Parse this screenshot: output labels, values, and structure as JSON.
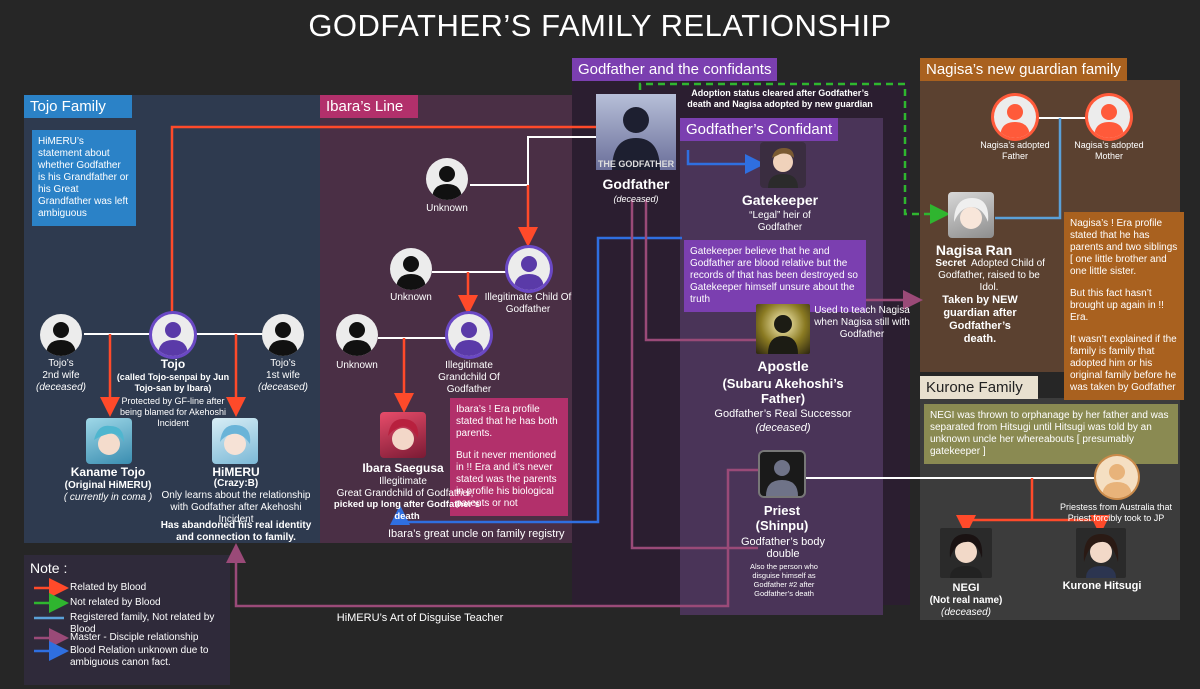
{
  "title": "GODFATHER’S FAMILY RELATIONSHIP",
  "colors": {
    "blood": "#ff4a2a",
    "not_blood": "#2fb52f",
    "registered": "#5aa0d8",
    "master": "#9a4a78",
    "unknown": "#2f6fe0",
    "tojo_panel": "#2e3a4f",
    "ibara_panel": "#4a2f45",
    "godfather_panel": "#2b1e30",
    "confidant_panel": "#4a3458",
    "nagisa_panel": "#5b4130",
    "kurone_panel": "#3c3c3c"
  },
  "sections": {
    "tojo": "Tojo Family",
    "ibara": "Ibara’s Line",
    "godfather": "Godfather and the confidants",
    "confidant": "Godfather’s Confidant",
    "nagisa": "Nagisa’s new guardian family",
    "kurone": "Kurone Family"
  },
  "tojo": {
    "note": "HiMERU’s statement about whether Godfather is his Grandfather or his Great Grandfather was left ambiguous",
    "wife2_name": "Tojo’s",
    "wife2_role": "2nd wife",
    "wife2_status": "(deceased)",
    "tojo_name": "Tojo",
    "tojo_alias": "(called Tojo-senpai by Jun Tojo-san by Ibara)",
    "tojo_desc": "Protected by GF-line after being blamed for Akehoshi Incident",
    "wife1_name": "Tojo’s",
    "wife1_role": "1st wife",
    "wife1_status": "(deceased)",
    "kaname_name": "Kaname Tojo",
    "kaname_alias": "(Original HiMERU)",
    "kaname_status": "( currently in coma )",
    "himeru_name": "HiMERU",
    "himeru_alias": "(Crazy:B)",
    "himeru_desc": "Only learns about the relationship with Godfather after Akehoshi Incident",
    "himeru_desc2": "Has abandoned his real identity and connection to family."
  },
  "ibara": {
    "unknown1": "Unknown",
    "unknown2": "Unknown",
    "unknown3": "Unknown",
    "illegit_child": "Illegitimate Child Of Godfather",
    "illegit_grandchild": "Illegitimate Grandchild Of Godfather",
    "ibara_name": "Ibara Saegusa",
    "ibara_role": "Illegitimate",
    "ibara_desc": "Great Grandchild of Godfather,",
    "ibara_desc2": "picked up long after Godfather’s death",
    "note_p1": "Ibara’s ! Era profile stated that he has both parents.",
    "note_p2": "But it never mentioned in !! Era and it’s never stated was the parents in profile his biological parents or not",
    "great_uncle": "Ibara’s great uncle on family registry"
  },
  "godfather": {
    "badge": "THE GODFATHER",
    "name": "Godfather",
    "status": "(deceased)",
    "adoption_note": "Adoption status cleared after Godfather’s death and Nagisa adopted by new guardian",
    "disguise_teacher": "HiMERU’s Art of Disguise Teacher"
  },
  "confidant": {
    "gatekeeper_name": "Gatekeeper",
    "gatekeeper_desc": "“Legal” heir of Godfather",
    "gatekeeper_note": "Gatekeeper believe that he and Godfather are blood relative but the records of that has been destroyed so Gatekeeper himself unsure about the truth",
    "apostle_teach": "Used to teach Nagisa when Nagisa still with Godfather",
    "apostle_name": "Apostle",
    "apostle_alias": "(Subaru Akehoshi’s Father)",
    "apostle_desc": "Godfather’s Real Successor",
    "apostle_status": "(deceased)",
    "priest_name": "Priest",
    "priest_alias": "(Shinpu)",
    "priest_desc": "Godfather’s body double",
    "priest_desc2": "Also the person who disguise himself as Godfather #2 after Godfather’s death"
  },
  "nagisa": {
    "father": "Nagisa’s adopted Father",
    "mother": "Nagisa’s adopted Mother",
    "name": "Nagisa Ran",
    "desc1": "Secret",
    "desc2": "Adopted Child of Godfather, raised to be Idol.",
    "desc3": "Taken by NEW guardian after Godfather’s death.",
    "note_p1": "Nagisa’s ! Era profile stated that he has parents and two siblings [ one little brother and one little sister.",
    "note_p2": "But this fact hasn’t brought up again in !! Era.",
    "note_p3": "It wasn’t explained if the family is family that adopted him or his original family before he was taken by Godfather"
  },
  "kurone": {
    "note": "NEGI was thrown to orphanage by her father and was separated from Hitsugi until Hitsugi was told by an unknown uncle her whereabouts [ presumably gatekeeper ]",
    "priestess": "Priestess from Australia that Priest forcibly took to JP",
    "negi_name": "NEGI",
    "negi_alias": "(Not real name)",
    "negi_status": "(deceased)",
    "hitsugi_name": "Kurone Hitsugi"
  },
  "legend": {
    "title": "Note :",
    "items": [
      "Related by Blood",
      "Not related by Blood",
      "Registered family, Not related by Blood",
      "Master - Disciple relationship",
      "Blood Relation unknown due to ambiguous canon fact."
    ]
  }
}
